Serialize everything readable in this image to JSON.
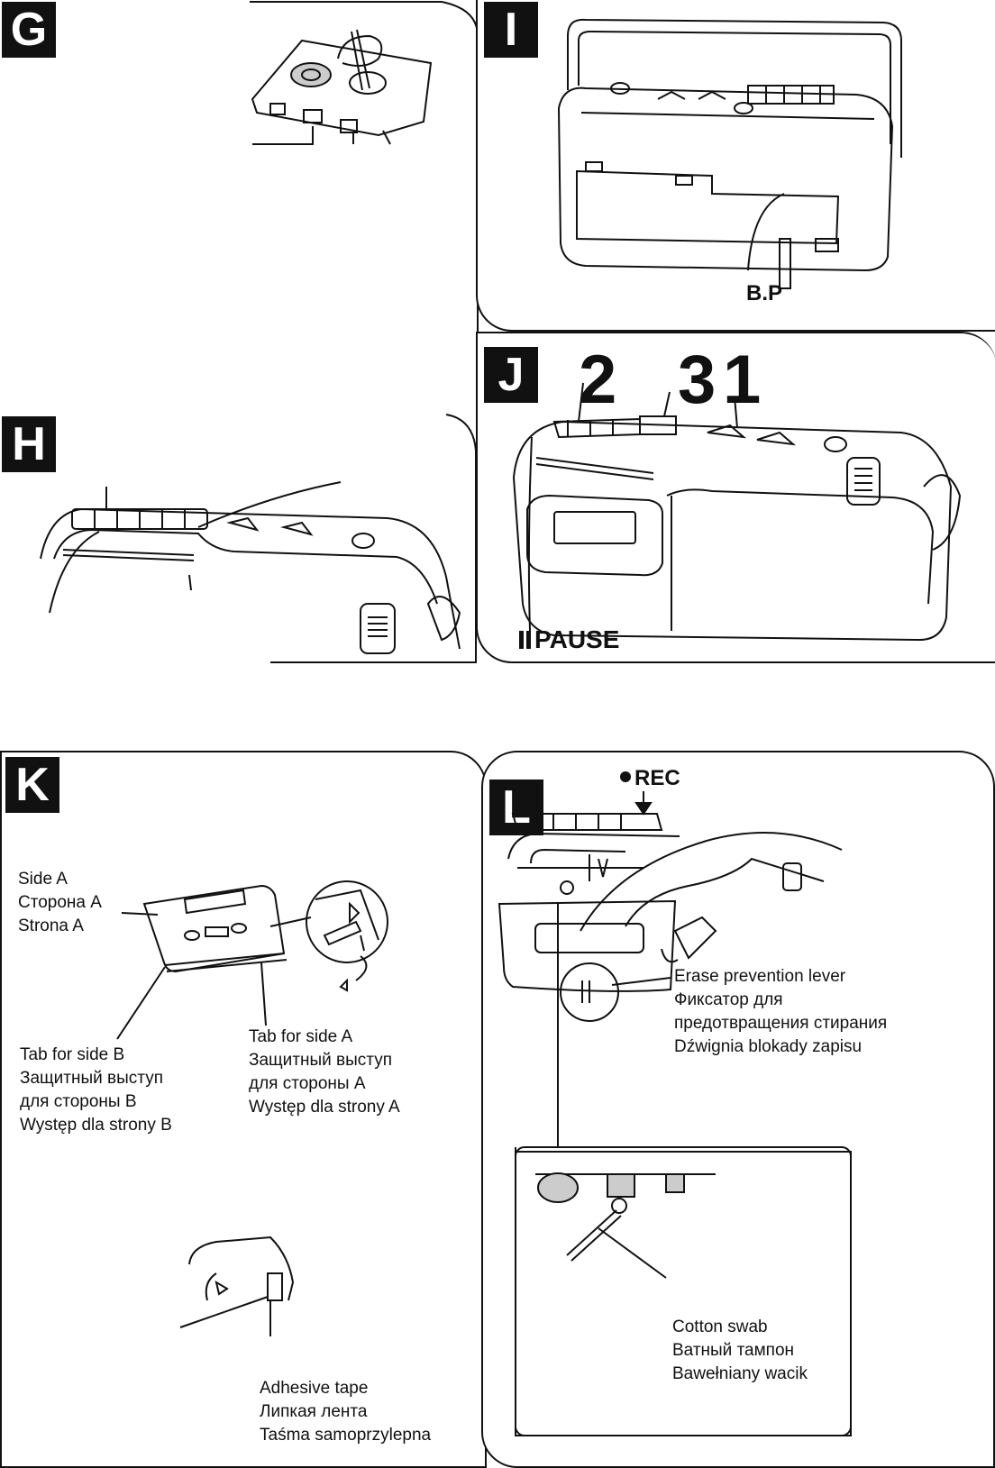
{
  "sections": {
    "G": {
      "letter": "G"
    },
    "H": {
      "letter": "H"
    },
    "I": {
      "letter": "I",
      "bp_label": "B.P"
    },
    "J": {
      "letter": "J",
      "step_numbers": [
        "2",
        "3",
        "1"
      ],
      "pause_label": "PAUSE",
      "pause_icon": "pause-icon"
    },
    "K": {
      "letter": "K",
      "side_a": [
        "Side A",
        "Сторона А",
        "Strona A"
      ],
      "tab_side_b": [
        "Tab for side B",
        "Защитный выступ",
        "для стороны В",
        "Występ dla strony B"
      ],
      "tab_side_a": [
        "Tab for side A",
        "Защитный выступ",
        "для стороны А",
        "Występ dla strony A"
      ],
      "adhesive_tape": [
        "Adhesive tape",
        "Липкая лента",
        "Taśma samoprzylepna"
      ]
    },
    "L": {
      "letter": "L",
      "rec_label": "REC",
      "rec_icon": "record-dot-icon",
      "erase_lever": [
        "Erase prevention lever",
        "Фиксатор для",
        "предотвращения стирания",
        "Dźwignia blokady zapisu"
      ],
      "cotton_swab": [
        "Cotton swab",
        "Ватный тампон",
        "Bawełniany wacik"
      ]
    }
  }
}
